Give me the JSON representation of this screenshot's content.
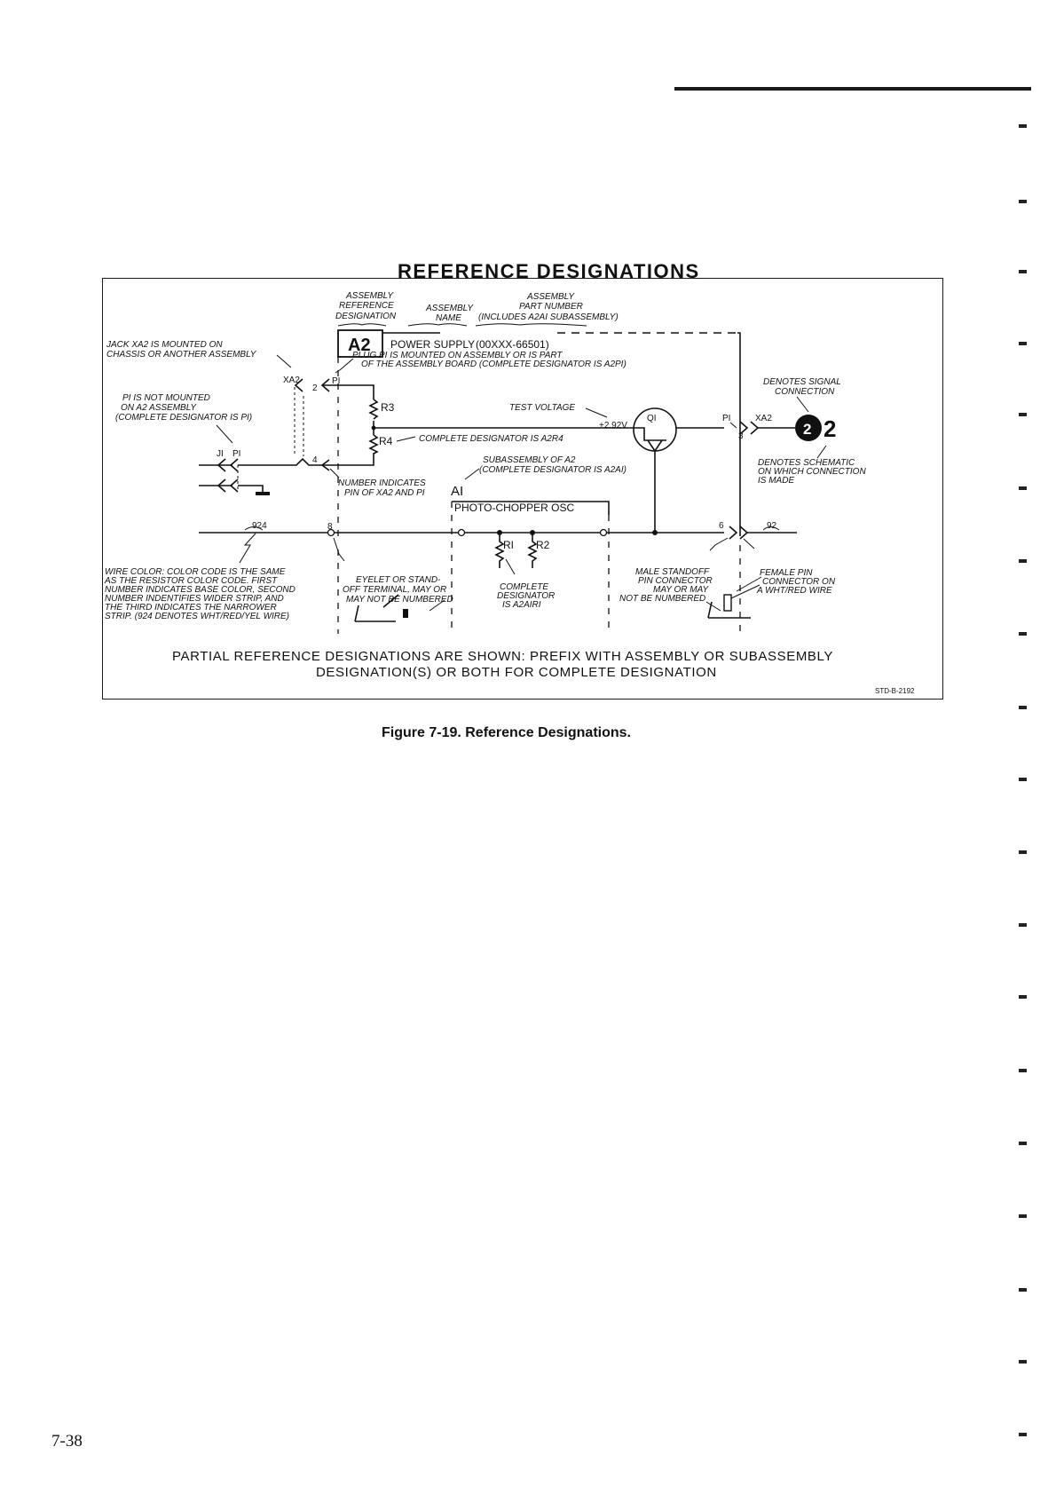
{
  "title": "REFERENCE DESIGNATIONS",
  "header_labels": {
    "ref_designation": [
      "ASSEMBLY",
      "REFERENCE",
      "DESIGNATION"
    ],
    "assembly_name": "ASSEMBLY",
    "assembly_name_2": "NAME",
    "part_number": [
      "ASSEMBLY",
      "PART NUMBER"
    ],
    "part_number_note": "(INCLUDES A2AI SUBASSEMBLY)"
  },
  "assembly": {
    "designator": "A2",
    "name": "POWER SUPPLY",
    "part_number": "(00XXX-66501)"
  },
  "subassembly": {
    "designator": "AI",
    "name": "PHOTO-CHOPPER OSC"
  },
  "components": {
    "r3": "R3",
    "r4": "R4",
    "q1": "QI",
    "r1": "RI",
    "r2": "R2",
    "xa2_left": "XA2",
    "p1_left": "PI",
    "j1": "JI",
    "p1_lower": "PI",
    "p1_right": "PI",
    "xa2_right": "XA2",
    "test_voltage": "+2.92V",
    "wire_924": "924",
    "wire_92": "92",
    "signal_number": "2",
    "schematic_number": "2"
  },
  "pins": {
    "p2": "2",
    "p4": "4",
    "p8": "8",
    "p3": "3",
    "p6": "6"
  },
  "annotations": {
    "jack_xa2": [
      "JACK XA2 IS MOUNTED ON",
      "CHASSIS OR ANOTHER ASSEMBLY"
    ],
    "plug_p1": [
      "PLUG PI IS MOUNTED ON ASSEMBLY OR IS PART",
      "OF THE ASSEMBLY BOARD (COMPLETE DESIGNATOR IS A2PI)"
    ],
    "p1_not_mounted": [
      "PI IS NOT MOUNTED",
      "ON A2 ASSEMBLY",
      "(COMPLETE DESIGNATOR IS PI)"
    ],
    "test_voltage": "TEST VOLTAGE",
    "complete_r4": "COMPLETE DESIGNATOR IS A2R4",
    "subassembly": [
      "SUBASSEMBLY OF A2",
      "(COMPLETE DESIGNATOR IS A2AI)"
    ],
    "number_pin": [
      "NUMBER INDICATES",
      "PIN OF XA2 AND PI"
    ],
    "denotes_signal": [
      "DENOTES SIGNAL",
      "CONNECTION"
    ],
    "denotes_schematic": [
      "DENOTES SCHEMATIC",
      "ON WHICH CONNECTION",
      "IS MADE"
    ],
    "wire_color": [
      "WIRE COLOR: COLOR CODE IS THE SAME",
      "AS THE RESISTOR COLOR CODE. FIRST",
      "NUMBER INDICATES BASE COLOR, SECOND",
      "NUMBER INDENTIFIES WIDER STRIP, AND",
      "THE THIRD INDICATES THE NARROWER",
      "STRIP. (924 DENOTES WHT/RED/YEL WIRE)"
    ],
    "eyelet": [
      "EYELET OR STAND-",
      "OFF TERMINAL, MAY OR",
      "MAY NOT BE NUMBERED"
    ],
    "complete_r1": [
      "COMPLETE",
      "DESIGNATOR",
      "IS A2AIRI"
    ],
    "male_standoff": [
      "MALE STANDOFF",
      "PIN CONNECTOR",
      "MAY OR MAY",
      "NOT BE NUMBERED"
    ],
    "female_pin": [
      "FEMALE PIN",
      "CONNECTOR ON",
      "A WHT/RED WIRE"
    ]
  },
  "footer": [
    "PARTIAL REFERENCE DESIGNATIONS ARE SHOWN: PREFIX WITH ASSEMBLY OR SUBASSEMBLY",
    "DESIGNATION(S) OR BOTH FOR COMPLETE DESIGNATION"
  ],
  "drawing_number": "STD-B-2192",
  "caption": "Figure 7-19. Reference Designations.",
  "page_number": "7-38"
}
